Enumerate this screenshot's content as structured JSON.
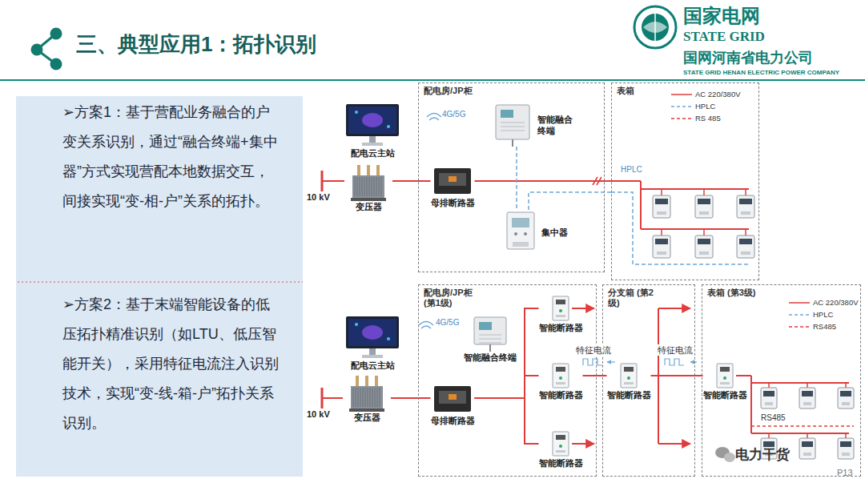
{
  "diagram": {
    "title": "三、典型应用1：拓扑识别",
    "nodes": [
      {
        "text": [
          "➢方案1：基于营配业务融合的户变关系识别，通过“融合终端+集中器”方式实现营配本地数据交互，间接实现“变-相-户”关系的拓扑。"
        ]
      },
      {
        "text": [
          "➢方案2：基于末端智能设备的低压拓扑精准识别（如LTU、低压智能开关），采用特征电流注入识别技术，实现“变-线-箱-户”拓扑关系识别。"
        ]
      },
      {
        "text": [
          "配电房/JP柜"
        ]
      },
      {
        "text": [
          "智能融合终端"
        ],
        "in": 2
      },
      {
        "text": [
          "母排断路器"
        ],
        "in": 2
      },
      {
        "text": [
          "集中器"
        ],
        "in": 2
      },
      {
        "text": [
          "表箱"
        ]
      },
      {
        "text": [
          "配电云主站"
        ]
      },
      {
        "text": [
          "变压器"
        ]
      },
      {
        "text": [
          "配电房/JP柜 (第1级)"
        ]
      },
      {
        "text": [
          "智能融合终端"
        ],
        "in": 9
      },
      {
        "text": [
          "母排断路器"
        ],
        "in": 9
      },
      {
        "text": [
          "智能断路器"
        ],
        "in": 9
      },
      {
        "text": [
          "智能断路器"
        ],
        "in": 9
      },
      {
        "text": [
          "智能断路器"
        ],
        "in": 9
      },
      {
        "text": [
          "分支箱 (第2级)"
        ]
      },
      {
        "text": [
          "智能断路器"
        ],
        "in": 15
      },
      {
        "text": [
          "表箱 (第3级)"
        ]
      },
      {
        "text": [
          "智能断路器"
        ],
        "in": 17
      },
      {
        "text": [
          "配电云主站"
        ]
      },
      {
        "text": [
          "变压器"
        ]
      }
    ],
    "edges": [
      {
        "from": 8,
        "to": 4,
        "arrow": "none"
      },
      {
        "from": 4,
        "to": 6,
        "arrow": "none"
      },
      {
        "from": 3,
        "to": 5,
        "arrow": "none"
      },
      {
        "from": 5,
        "to": 6,
        "arrow": "none"
      },
      {
        "from": 20,
        "to": 11,
        "arrow": "none"
      },
      {
        "from": 11,
        "to": 12,
        "arrow": "none"
      },
      {
        "from": 11,
        "to": 13,
        "arrow": "none"
      },
      {
        "from": 11,
        "to": 14,
        "arrow": "none"
      },
      {
        "from": 13,
        "to": 16,
        "label": "特征电流",
        "arrow": "none"
      },
      {
        "from": 16,
        "to": 18,
        "label": "特征电流",
        "arrow": "none"
      }
    ],
    "labels": [
      "国家电网",
      "STATE GRID",
      "国网河南省电力公司",
      "STATE GRID HENAN ELECTRIC POWER COMPANY",
      "4G/5G",
      "10 kV",
      "HPLC",
      "4G/5G",
      "10 kV",
      "RS485",
      "电力干货",
      "P13"
    ],
    "legend": [
      {
        "text": "AC 220/380V"
      },
      {
        "text": "HPLC"
      },
      {
        "text": "RS 485"
      },
      {
        "text": "AC 220/380V"
      },
      {
        "text": "HPLC"
      },
      {
        "text": "RS485"
      }
    ]
  }
}
